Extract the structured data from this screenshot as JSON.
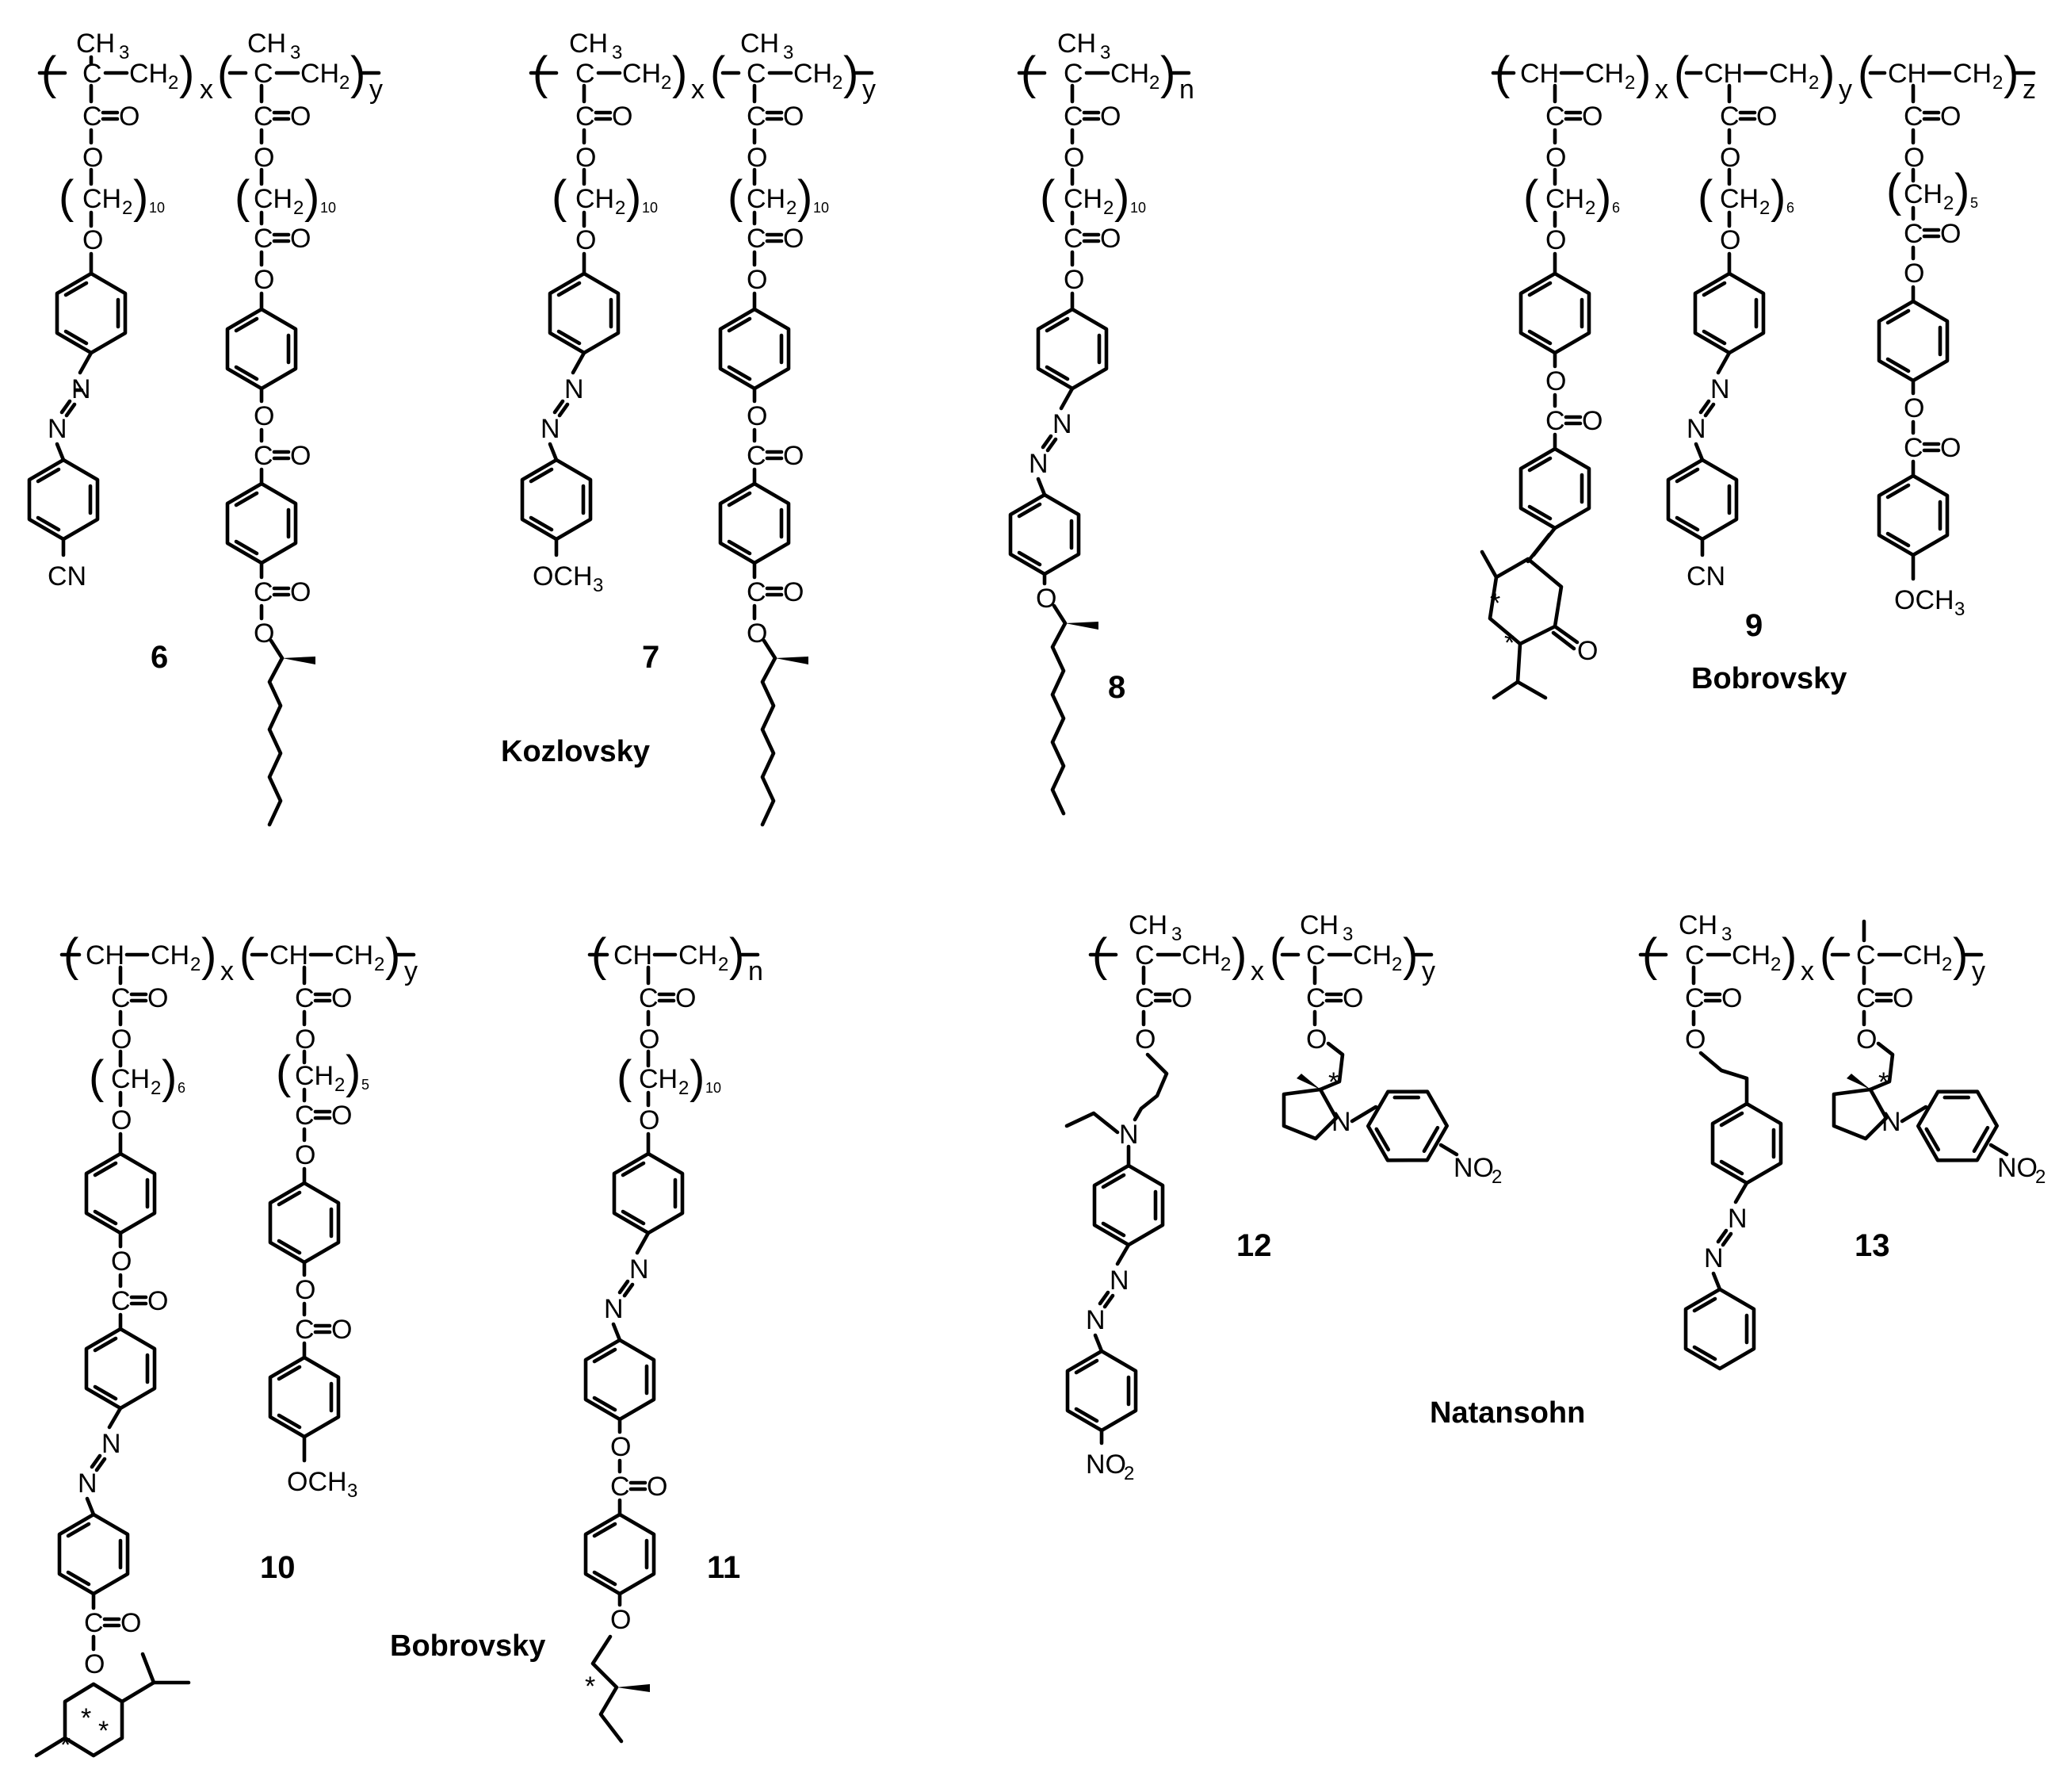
{
  "compounds": {
    "c6": "6",
    "c7": "7",
    "c8": "8",
    "c9": "9",
    "c10": "10",
    "c11": "11",
    "c12": "12",
    "c13": "13"
  },
  "authors": {
    "kozlovsky": "Kozlovsky",
    "bobrovsky_top": "Bobrovsky",
    "bobrovsky_bottom": "Bobrovsky",
    "natansohn": "Natansohn"
  },
  "atoms": {
    "ch3": "CH",
    "ch2": "CH",
    "ch": "CH",
    "c": "C",
    "o": "O",
    "n": "N",
    "cn": "CN",
    "och3": "OCH",
    "no2": "NO",
    "star": "*",
    "sub2": "2",
    "sub3": "3",
    "sub10": "10",
    "sub6": "6",
    "sub5": "5",
    "x": "x",
    "y": "y",
    "z": "z",
    "n_idx": "n"
  }
}
